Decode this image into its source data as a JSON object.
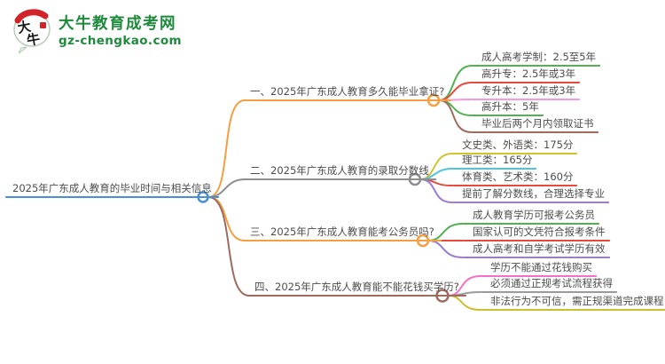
{
  "page": {
    "background": "#ffffff",
    "text_color": "#4d4d4d"
  },
  "logo": {
    "title": "大牛教育成考网",
    "domain": "gz-chengkao.com",
    "brand_green": "#1e8a3c",
    "seal_red": "#d2232a",
    "bubble_stroke": "#b8ccb8",
    "icon_char_1": "大",
    "icon_char_2": "牛"
  },
  "mindmap": {
    "root": {
      "label": "2025年广东成人教育的毕业时间与相关信息",
      "color": "#4a90d5"
    },
    "branches": [
      {
        "label": "一、2025年广东成人教育多久能毕业拿证?",
        "color": "#f59e42",
        "children": [
          {
            "label": "成人高考学制：2.5至5年",
            "color": "#52b152"
          },
          {
            "label": "高升专：2.5年或3年",
            "color": "#e7493b"
          },
          {
            "label": "专升本：2.5年或3年",
            "color": "#f79ad6"
          },
          {
            "label": "高升本：5年",
            "color": "#52b152"
          },
          {
            "label": "毕业后两个月内领取证书",
            "color": "#9e6b5e"
          }
        ]
      },
      {
        "label": "二、2025年广东成人教育的录取分数线",
        "color": "#8e8e8e",
        "children": [
          {
            "label": "文史类、外语类：175分",
            "color": "#cfc32e"
          },
          {
            "label": "理工类：165分",
            "color": "#4fc4de"
          },
          {
            "label": "体育类、艺术类：160分",
            "color": "#e7493b"
          },
          {
            "label": "提前了解分数线，合理选择专业",
            "color": "#9b7bd4"
          }
        ]
      },
      {
        "label": "三、2025年广东成人教育能考公务员吗?",
        "color": "#f59e42",
        "children": [
          {
            "label": "成人教育学历可报考公务员",
            "color": "#52b152"
          },
          {
            "label": "国家认可的文凭符合报考条件",
            "color": "#e7493b"
          },
          {
            "label": "成人高考和自学考试学历有效",
            "color": "#9b7bd4"
          }
        ]
      },
      {
        "label": "四、2025年广东成人教育能不能花钱买学历?",
        "color": "#9e6b5e",
        "children": [
          {
            "label": "学历不能通过花钱购买",
            "color": "#f56fc8"
          },
          {
            "label": "必须通过正规考试流程获得",
            "color": "#9b9b9b"
          },
          {
            "label": "非法行为不可信，需正规渠道完成课程",
            "color": "#c9c12e"
          }
        ]
      }
    ]
  }
}
